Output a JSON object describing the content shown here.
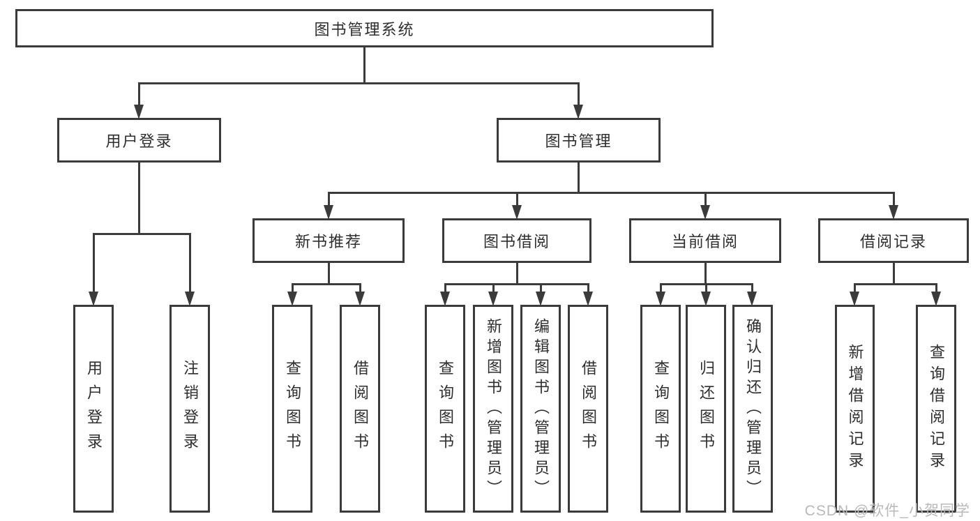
{
  "diagram_title": "图书管理系统",
  "tree": {
    "label": "图书管理系统",
    "children": [
      {
        "label": "用户登录",
        "children": [
          {
            "label": "用户登录"
          },
          {
            "label": "注销登录"
          }
        ]
      },
      {
        "label": "图书管理",
        "children": [
          {
            "label": "新书推荐",
            "children": [
              {
                "label": "查询图书"
              },
              {
                "label": "借阅图书"
              }
            ]
          },
          {
            "label": "图书借阅",
            "children": [
              {
                "label": "查询图书"
              },
              {
                "label": "新增图书（管理员）"
              },
              {
                "label": "编辑图书（管理员）"
              },
              {
                "label": "借阅图书"
              }
            ]
          },
          {
            "label": "当前借阅",
            "children": [
              {
                "label": "查询图书"
              },
              {
                "label": "归还图书"
              },
              {
                "label": "确认归还（管理员）"
              }
            ]
          },
          {
            "label": "借阅记录",
            "children": [
              {
                "label": "新增借阅记录"
              },
              {
                "label": "查询借阅记录"
              }
            ]
          }
        ]
      }
    ]
  },
  "watermark": {
    "text": "CSDN @软件_小贺同学"
  },
  "colors": {
    "line": "#3b3b3b",
    "text": "#2e2e2e",
    "background": "#ffffff",
    "watermark": "#b9b9b9"
  }
}
